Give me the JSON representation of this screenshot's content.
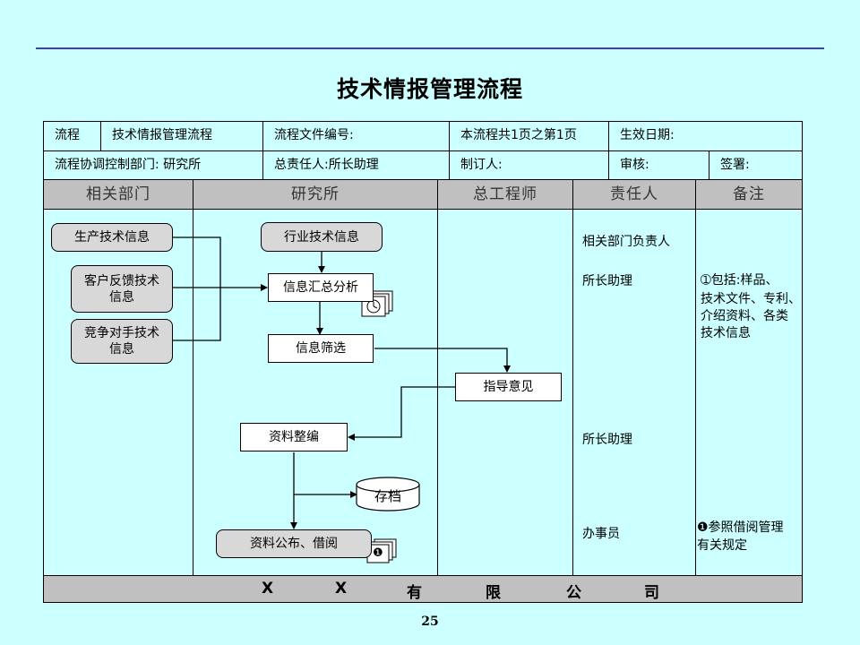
{
  "title": "技术情报管理流程",
  "page_number": "25",
  "info": {
    "row1": [
      "流程",
      "技术情报管理流程",
      "流程文件编号:",
      "本流程共1页之第1页",
      "生效日期:"
    ],
    "row2": [
      "流程协调控制部门: 研究所",
      "总责任人:所长助理",
      "制订人:",
      "审核:",
      "签署:"
    ]
  },
  "lanes": [
    "相关部门",
    "研究所",
    "总工程师",
    "责任人",
    "备注"
  ],
  "nodes": {
    "prod_info": "生产技术信息",
    "cust_feedback": "客户反馈技术信息",
    "competitor_info": "竞争对手技术信息",
    "industry_info": "行业技术信息",
    "summary": "信息汇总分析",
    "screening": "信息筛选",
    "guidance": "指导意见",
    "compile": "资料整编",
    "archive": "存档",
    "publish": "资料公布、借阅"
  },
  "responsible": [
    "相关部门负责人",
    "所长助理",
    "所长助理",
    "办事员"
  ],
  "notes": {
    "note1": [
      "➀包括:样品、",
      "技术文件、专利、",
      "介绍资料、各类",
      "技术信息"
    ],
    "note2": [
      "❶参照借阅管理",
      "有关规定"
    ]
  },
  "badges": {
    "clock": "🕐",
    "circle_one": "❶"
  },
  "footer_chars": [
    "X",
    "X",
    "有",
    "限",
    "公",
    "司"
  ]
}
